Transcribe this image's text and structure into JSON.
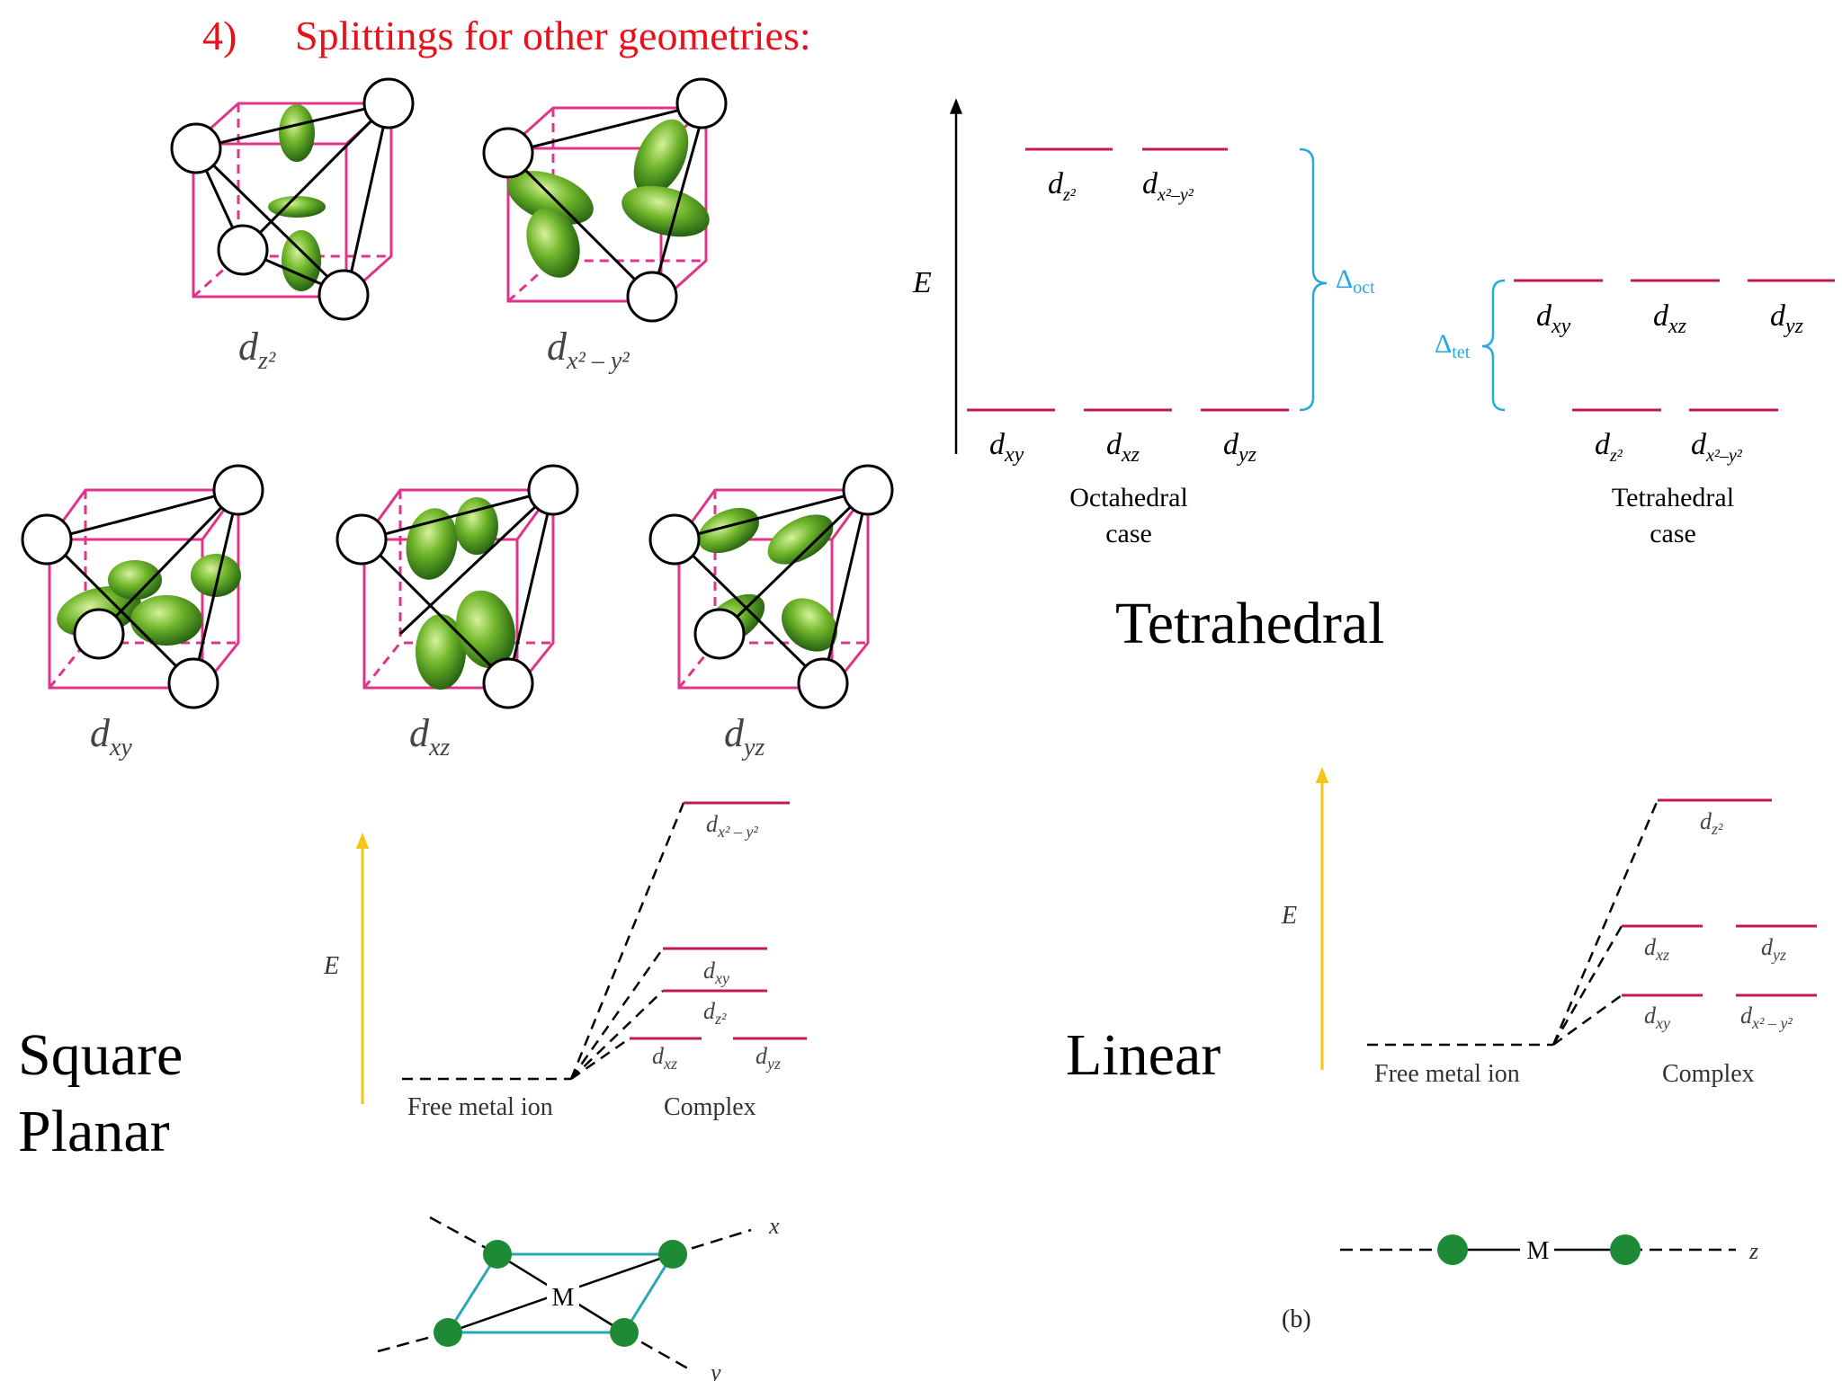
{
  "header": {
    "number": "4)",
    "title": "Splittings for other geometries:",
    "color": "#e8101a"
  },
  "colors": {
    "level": "#c2185b",
    "cube": "#e0338a",
    "lobe": "#4f9a1e",
    "delta": "#2aa8e0",
    "arrow_yellow": "#f5c518",
    "ligand_green": "#1e8a35",
    "square_line": "#2aa6b8"
  },
  "orbitals": {
    "dz2": "d",
    "dz2_sub": "z²",
    "dx2y2": "d",
    "dx2y2_sub": "x² – y²",
    "dxy": "d",
    "dxy_sub": "xy",
    "dxz": "d",
    "dxz_sub": "xz",
    "dyz": "d",
    "dyz_sub": "yz"
  },
  "tetra_diagram": {
    "e_label": "E",
    "delta_oct": "Δ",
    "delta_oct_sub": "oct",
    "delta_tet": "Δ",
    "delta_tet_sub": "tet",
    "oct_upper": [
      {
        "main": "d",
        "sub": "z²"
      },
      {
        "main": "d",
        "sub": "x²–y²"
      }
    ],
    "oct_lower": [
      {
        "main": "d",
        "sub": "xy"
      },
      {
        "main": "d",
        "sub": "xz"
      },
      {
        "main": "d",
        "sub": "yz"
      }
    ],
    "tet_upper": [
      {
        "main": "d",
        "sub": "xy"
      },
      {
        "main": "d",
        "sub": "xz"
      },
      {
        "main": "d",
        "sub": "yz"
      }
    ],
    "tet_lower": [
      {
        "main": "d",
        "sub": "z²"
      },
      {
        "main": "d",
        "sub": "x²–y²"
      }
    ],
    "oct_caption_1": "Octahedral",
    "oct_caption_2": "case",
    "tet_caption_1": "Tetrahedral",
    "tet_caption_2": "case",
    "heading": "Tetrahedral"
  },
  "square_planar": {
    "heading_1": "Square",
    "heading_2": "Planar",
    "e_label": "E",
    "levels": [
      {
        "main": "d",
        "sub": "x² – y²"
      },
      {
        "main": "d",
        "sub": "xy"
      },
      {
        "main": "d",
        "sub": "z²"
      },
      {
        "main": "d",
        "sub": "xz"
      },
      {
        "main": "d",
        "sub": "yz"
      }
    ],
    "free_ion": "Free metal ion",
    "complex": "Complex",
    "metal": "M",
    "axis_x": "x",
    "axis_y": "y"
  },
  "linear": {
    "heading": "Linear",
    "e_label": "E",
    "levels": [
      {
        "main": "d",
        "sub": "z²"
      },
      {
        "main": "d",
        "sub": "xz"
      },
      {
        "main": "d",
        "sub": "yz"
      },
      {
        "main": "d",
        "sub": "xy"
      },
      {
        "main": "d",
        "sub": "x² – y²"
      }
    ],
    "free_ion": "Free metal ion",
    "complex": "Complex",
    "metal": "M",
    "axis_z": "z",
    "panel_label": "(b)"
  }
}
